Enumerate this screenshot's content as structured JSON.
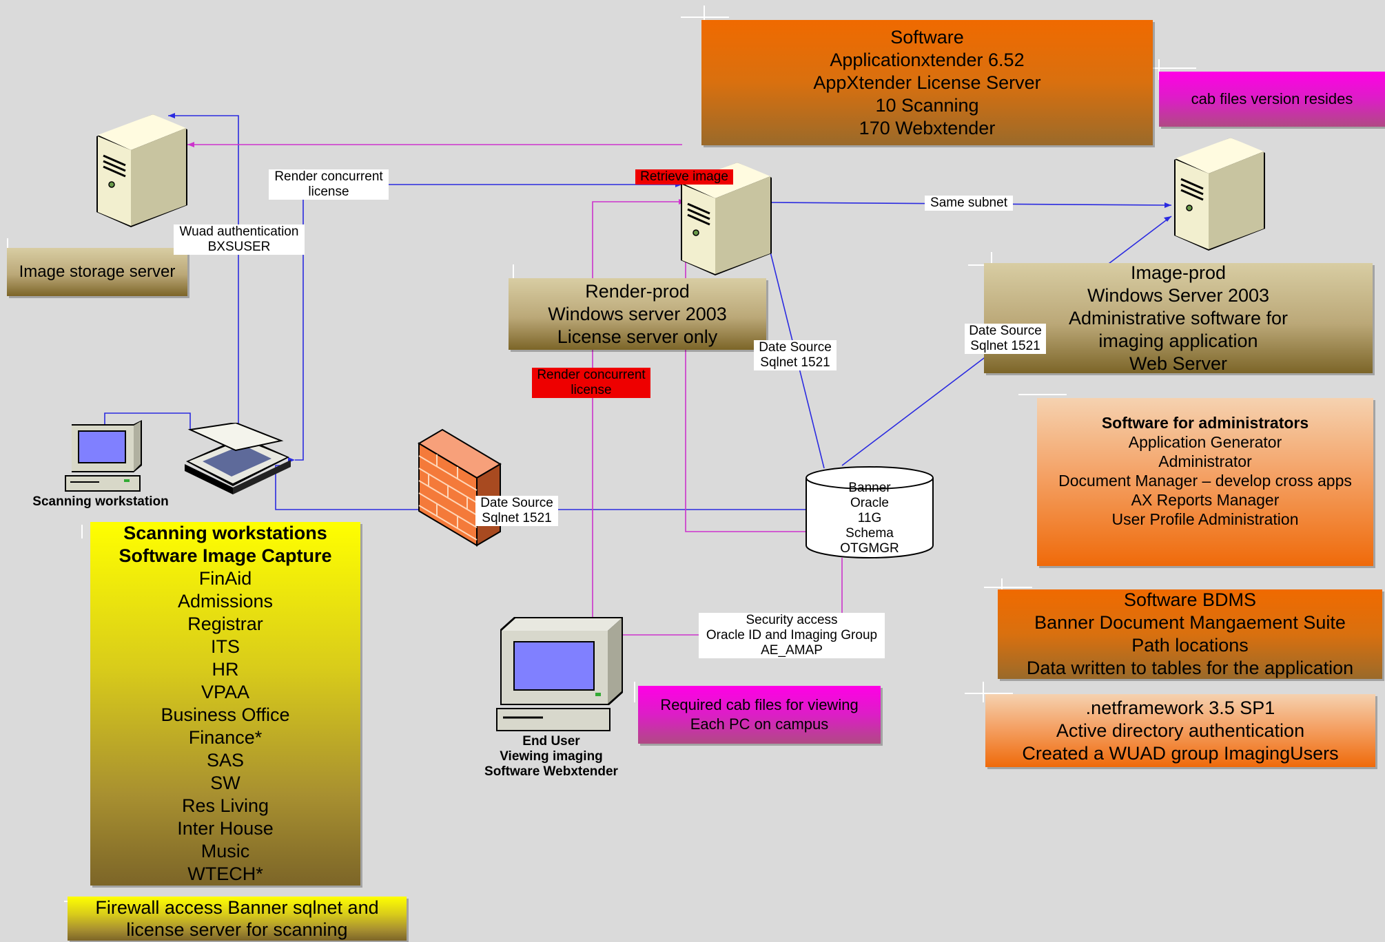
{
  "top_software": [
    "Software",
    "Applicationxtender 6.52",
    "AppXtender License Server",
    "10 Scanning",
    "170 Webxtender"
  ],
  "cab_note": "cab files version resides",
  "image_storage": "Image storage server",
  "render_prod": [
    "Render-prod",
    "Windows server 2003",
    "License server only"
  ],
  "image_prod": [
    "Image-prod",
    "Windows Server 2003",
    "Administrative software for",
    "imaging application",
    "Web Server"
  ],
  "admin_software": {
    "title": "Software for administrators",
    "items": [
      "Application Generator",
      "Administrator",
      "Document Manager – develop cross apps",
      "AX Reports Manager",
      "User Profile Administration"
    ]
  },
  "bdms": [
    "Software BDMS",
    "Banner Document Mangaement Suite",
    "Path locations",
    "Data written to tables for the application"
  ],
  "netframework": [
    ".netframework 3.5 SP1",
    "Active directory authentication",
    "Created a WUAD group ImagingUsers"
  ],
  "scanning_list": {
    "titles": [
      "Scanning workstations",
      "Software Image Capture"
    ],
    "items": [
      "FinAid",
      "Admissions",
      "Registrar",
      "ITS",
      "HR",
      "VPAA",
      "Business Office",
      "Finance*",
      "SAS",
      "SW",
      "Res Living",
      "Inter House",
      "Music",
      "WTECH*"
    ]
  },
  "firewall_note": [
    "Firewall access Banner sqlnet and",
    "license server for scanning"
  ],
  "required_cab": [
    "Required cab files for viewing",
    "Each PC on campus"
  ],
  "labels": {
    "render_license_top": [
      "Render concurrent",
      "license"
    ],
    "wuad": [
      "Wuad authentication",
      "BXSUSER"
    ],
    "retrieve_image": "Retrieve image",
    "same_subnet": "Same subnet",
    "date_source_center": [
      "Date Source",
      "Sqlnet 1521"
    ],
    "date_source_right": [
      "Date Source",
      "Sqlnet 1521"
    ],
    "date_source_firewall": [
      "Date Source",
      "Sqlnet 1521"
    ],
    "render_license_red": [
      "Render concurrent",
      "license"
    ],
    "security_access": [
      "Security access",
      "Oracle ID and Imaging Group",
      "AE_AMAP"
    ]
  },
  "database": [
    "Banner",
    "Oracle",
    "11G",
    "Schema",
    "OTGMGR"
  ],
  "captions": {
    "scanning_ws": "Scanning workstation",
    "end_user": [
      "End User",
      "Viewing imaging",
      "Software  Webxtender"
    ]
  },
  "colors": {
    "wire_blue": "#2a2ae0",
    "wire_magenta": "#cc33cc",
    "red_label": "#ee0000",
    "orange": "#ef6a0a",
    "yellow": "#ffff00",
    "magenta": "#ff00e6"
  }
}
